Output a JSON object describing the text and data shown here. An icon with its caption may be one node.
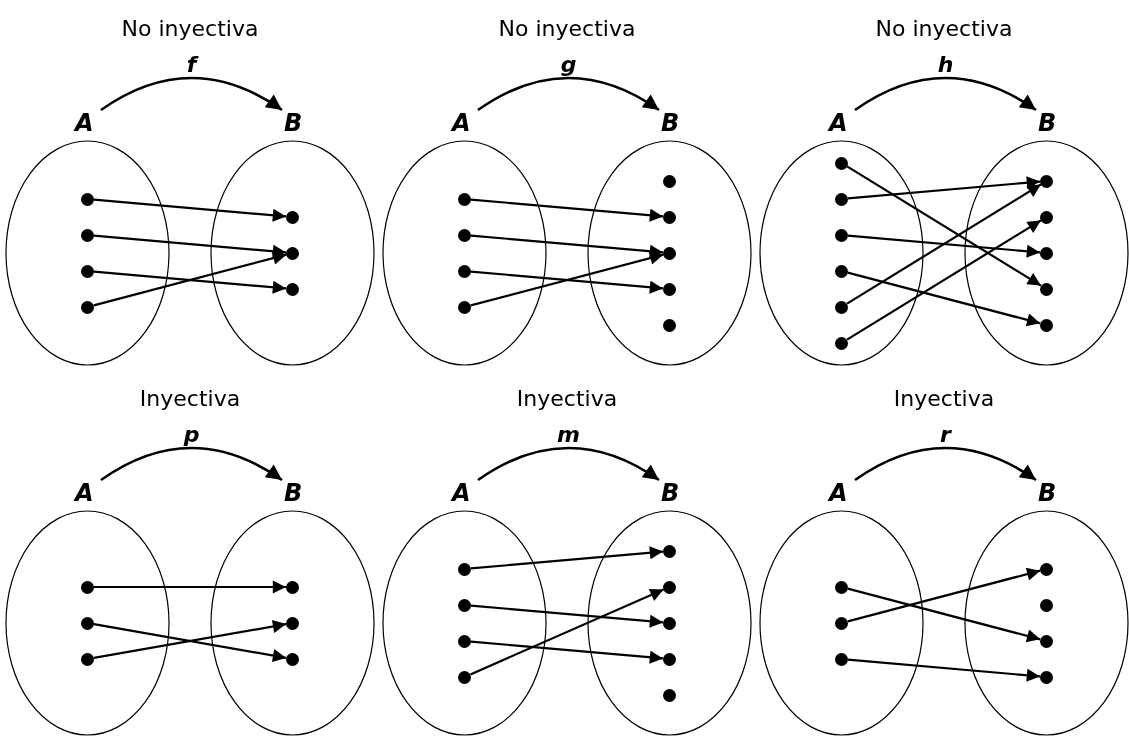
{
  "diagram": {
    "nodes": [
      {
        "text": [
          "A"
        ]
      },
      {
        "text": [],
        "shape": "circle",
        "in": 0
      },
      {
        "text": [],
        "shape": "circle",
        "in": 0
      },
      {
        "text": [],
        "shape": "circle",
        "in": 0
      },
      {
        "text": [],
        "shape": "circle",
        "in": 0
      },
      {
        "text": [
          "B"
        ]
      },
      {
        "text": [],
        "shape": "circle",
        "in": 5
      },
      {
        "text": [],
        "shape": "circle",
        "in": 5
      },
      {
        "text": [],
        "shape": "circle",
        "in": 5
      },
      {
        "text": [
          "A"
        ]
      },
      {
        "text": [],
        "shape": "circle",
        "in": 9
      },
      {
        "text": [],
        "shape": "circle",
        "in": 9
      },
      {
        "text": [],
        "shape": "circle",
        "in": 9
      },
      {
        "text": [],
        "shape": "circle",
        "in": 9
      },
      {
        "text": [
          "B"
        ]
      },
      {
        "text": [],
        "shape": "circle",
        "in": 14
      },
      {
        "text": [],
        "shape": "circle",
        "in": 14
      },
      {
        "text": [],
        "shape": "circle",
        "in": 14
      },
      {
        "text": [],
        "shape": "circle",
        "in": 14
      },
      {
        "text": [],
        "shape": "circle",
        "in": 14
      },
      {
        "text": [
          "A"
        ]
      },
      {
        "text": [],
        "shape": "circle",
        "in": 20
      },
      {
        "text": [],
        "shape": "circle",
        "in": 20
      },
      {
        "text": [],
        "shape": "circle",
        "in": 20
      },
      {
        "text": [],
        "shape": "circle",
        "in": 20
      },
      {
        "text": [],
        "shape": "circle",
        "in": 20
      },
      {
        "text": [],
        "shape": "circle",
        "in": 20
      },
      {
        "text": [
          "B"
        ]
      },
      {
        "text": [],
        "shape": "circle",
        "in": 27
      },
      {
        "text": [],
        "shape": "circle",
        "in": 27
      },
      {
        "text": [],
        "shape": "circle",
        "in": 27
      },
      {
        "text": [],
        "shape": "circle",
        "in": 27
      },
      {
        "text": [],
        "shape": "circle",
        "in": 27
      },
      {
        "text": [
          "A"
        ]
      },
      {
        "text": [],
        "shape": "circle",
        "in": 33
      },
      {
        "text": [],
        "shape": "circle",
        "in": 33
      },
      {
        "text": [],
        "shape": "circle",
        "in": 33
      },
      {
        "text": [
          "B"
        ]
      },
      {
        "text": [],
        "shape": "circle",
        "in": 37
      },
      {
        "text": [],
        "shape": "circle",
        "in": 37
      },
      {
        "text": [],
        "shape": "circle",
        "in": 37
      },
      {
        "text": [
          "A"
        ]
      },
      {
        "text": [],
        "shape": "circle",
        "in": 41
      },
      {
        "text": [],
        "shape": "circle",
        "in": 41
      },
      {
        "text": [],
        "shape": "circle",
        "in": 41
      },
      {
        "text": [],
        "shape": "circle",
        "in": 41
      },
      {
        "text": [
          "B"
        ]
      },
      {
        "text": [],
        "shape": "circle",
        "in": 46
      },
      {
        "text": [],
        "shape": "circle",
        "in": 46
      },
      {
        "text": [],
        "shape": "circle",
        "in": 46
      },
      {
        "text": [],
        "shape": "circle",
        "in": 46
      },
      {
        "text": [],
        "shape": "circle",
        "in": 46
      },
      {
        "text": [
          "A"
        ]
      },
      {
        "text": [],
        "shape": "circle",
        "in": 52
      },
      {
        "text": [],
        "shape": "circle",
        "in": 52
      },
      {
        "text": [],
        "shape": "circle",
        "in": 52
      },
      {
        "text": [
          "B"
        ]
      },
      {
        "text": [],
        "shape": "circle",
        "in": 56
      },
      {
        "text": [],
        "shape": "circle",
        "in": 56
      },
      {
        "text": [],
        "shape": "circle",
        "in": 56
      },
      {
        "text": [],
        "shape": "circle",
        "in": 56
      }
    ],
    "edges": [
      {
        "from": 0,
        "to": 5,
        "arrow": "to",
        "label": "f"
      },
      {
        "from": 1,
        "to": 6,
        "arrow": "to"
      },
      {
        "from": 2,
        "to": 7,
        "arrow": "to"
      },
      {
        "from": 3,
        "to": 8,
        "arrow": "to"
      },
      {
        "from": 4,
        "to": 7,
        "arrow": "to"
      },
      {
        "from": 9,
        "to": 14,
        "arrow": "to",
        "label": "g"
      },
      {
        "from": 10,
        "to": 16,
        "arrow": "to"
      },
      {
        "from": 11,
        "to": 17,
        "arrow": "to"
      },
      {
        "from": 12,
        "to": 18,
        "arrow": "to"
      },
      {
        "from": 13,
        "to": 17,
        "arrow": "to"
      },
      {
        "from": 20,
        "to": 27,
        "arrow": "to",
        "label": "h"
      },
      {
        "from": 21,
        "to": 31,
        "arrow": "to"
      },
      {
        "from": 22,
        "to": 28,
        "arrow": "to"
      },
      {
        "from": 23,
        "to": 30,
        "arrow": "to"
      },
      {
        "from": 24,
        "to": 32,
        "arrow": "to"
      },
      {
        "from": 25,
        "to": 28,
        "arrow": "to"
      },
      {
        "from": 26,
        "to": 29,
        "arrow": "to"
      },
      {
        "from": 33,
        "to": 37,
        "arrow": "to",
        "label": "p"
      },
      {
        "from": 34,
        "to": 38,
        "arrow": "to"
      },
      {
        "from": 35,
        "to": 40,
        "arrow": "to"
      },
      {
        "from": 36,
        "to": 39,
        "arrow": "to"
      },
      {
        "from": 41,
        "to": 46,
        "arrow": "to",
        "label": "m"
      },
      {
        "from": 42,
        "to": 47,
        "arrow": "to"
      },
      {
        "from": 43,
        "to": 49,
        "arrow": "to"
      },
      {
        "from": 44,
        "to": 50,
        "arrow": "to"
      },
      {
        "from": 45,
        "to": 48,
        "arrow": "to"
      },
      {
        "from": 52,
        "to": 56,
        "arrow": "to",
        "label": "r"
      },
      {
        "from": 53,
        "to": 59,
        "arrow": "to"
      },
      {
        "from": 54,
        "to": 57,
        "arrow": "to"
      },
      {
        "from": 55,
        "to": 60,
        "arrow": "to"
      }
    ],
    "labels": [
      "No inyectiva",
      "No inyectiva",
      "No inyectiva",
      "Inyectiva",
      "Inyectiva",
      "Inyectiva"
    ]
  }
}
